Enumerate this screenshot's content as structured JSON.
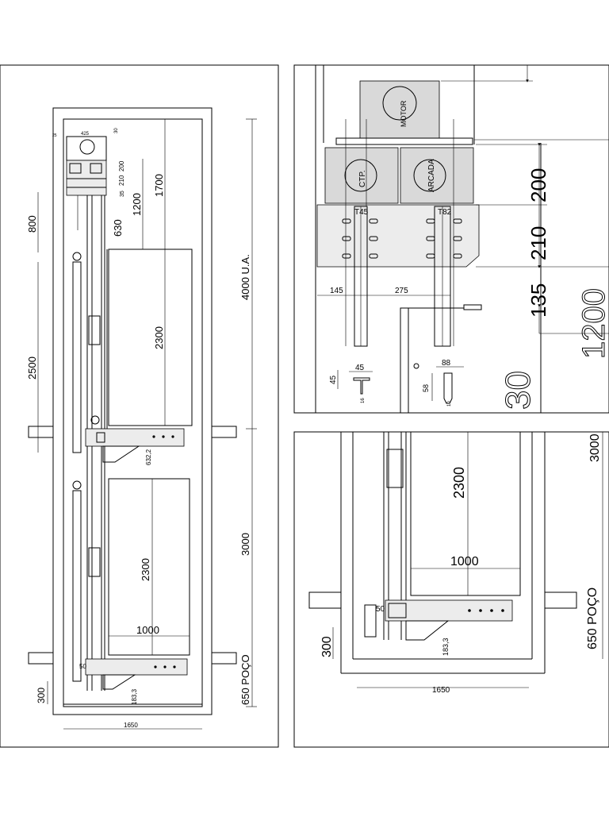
{
  "left_panel": {
    "dims": {
      "top_small": "425",
      "top_30": "30",
      "top_25": "25",
      "d_200": "200",
      "d_210": "210",
      "d_35": "35",
      "d_1700": "1700",
      "d_1200": "1200",
      "d_630": "630",
      "d_800": "800",
      "d_4000": "4000 U.A.",
      "d_2500": "2500",
      "d_2300_upper": "2300",
      "d_632": "632,2",
      "d_3000": "3000",
      "d_2300_lower": "2300",
      "d_1000": "1000",
      "d_50": "50",
      "d_300": "300",
      "d_183": "183,3",
      "d_650": "650 POÇO",
      "d_1650": "1650"
    }
  },
  "top_right_panel": {
    "labels": {
      "motor": "MOTOR",
      "ctp": "CTP.",
      "arcada": "ARCADA",
      "t45": "T45",
      "t82": "T82"
    },
    "dims": {
      "d_200": "200",
      "d_210": "210",
      "d_135": "135",
      "d_1200": "1200",
      "d_30": "30",
      "d_145": "145",
      "d_275": "275",
      "d_45a": "45",
      "d_45b": "45",
      "d_88": "88",
      "d_58": "58",
      "d_16": "16",
      "d_10": "10"
    }
  },
  "bottom_right_panel": {
    "dims": {
      "d_2300": "2300",
      "d_3000": "3000",
      "d_1000": "1000",
      "d_50": "50",
      "d_300": "300",
      "d_183": "183,3",
      "d_650": "650 POÇO",
      "d_1650": "1650"
    }
  }
}
